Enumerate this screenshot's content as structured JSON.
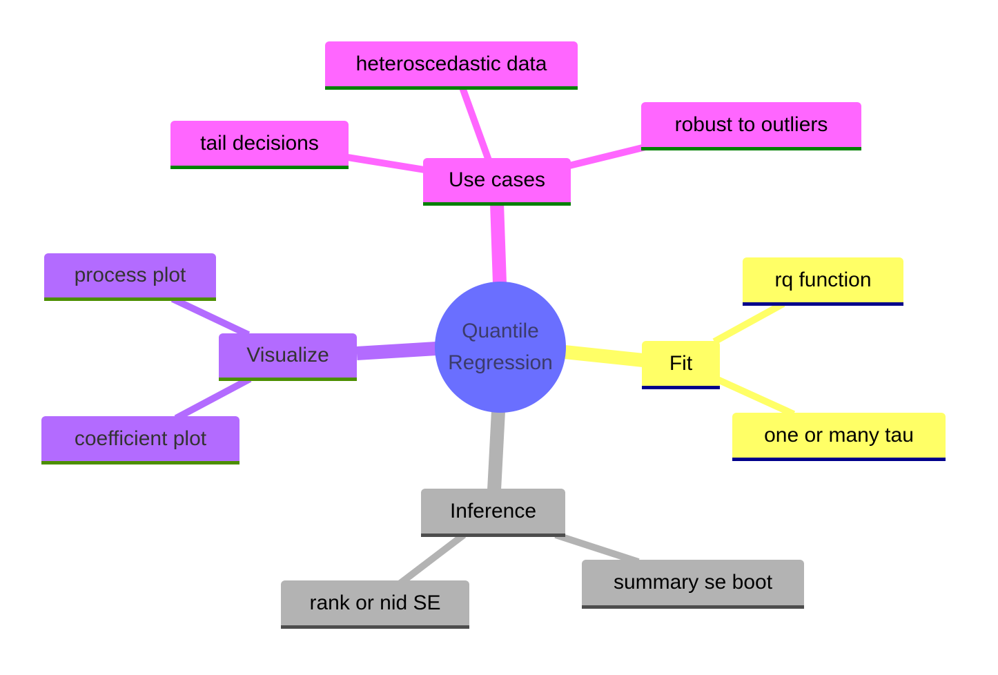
{
  "colors": {
    "use_cases": "#ff66ff",
    "use_cases_border": "#008000",
    "visualize": "#b36bff",
    "visualize_border": "#4c8f00",
    "fit": "#ffff66",
    "fit_border": "#00008b",
    "inference": "#b3b3b3",
    "inference_border": "#4d4d4d",
    "root": "#6a6fff"
  },
  "root": {
    "line1": "Quantile",
    "line2": "Regression"
  },
  "use_cases": {
    "label": "Use cases",
    "children": [
      "heteroscedastic data",
      "tail decisions",
      "robust to outliers"
    ]
  },
  "visualize": {
    "label": "Visualize",
    "children": [
      "process plot",
      "coefficient plot"
    ]
  },
  "fit": {
    "label": "Fit",
    "children": [
      "rq function",
      "one or many tau"
    ]
  },
  "inference": {
    "label": "Inference",
    "children": [
      "rank or nid SE",
      "summary se boot"
    ]
  }
}
